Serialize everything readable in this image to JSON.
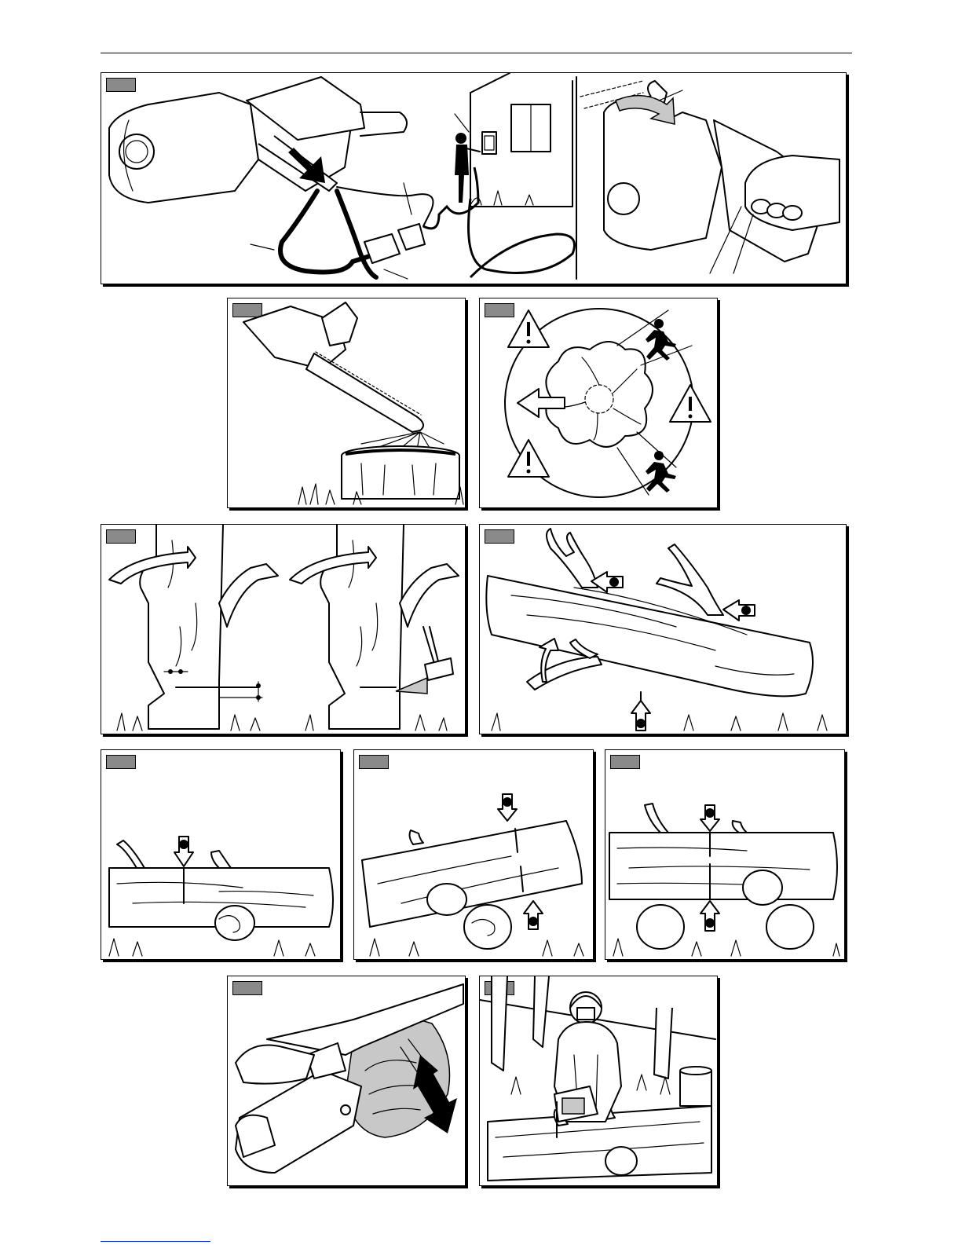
{
  "page": {
    "style": {
      "rule_color": "#000000",
      "link_rule_color": "#1a3fd0",
      "tag_color": "#8a8a8a"
    }
  },
  "panels": [
    {
      "id": "connect-power",
      "icons": [
        "saw-motor",
        "power-cord",
        "plug-connector",
        "person-at-outlet",
        "house"
      ]
    },
    {
      "id": "chain-brake",
      "icons": [
        "chain-brake-lever",
        "hand-on-trigger",
        "rotate-arrow"
      ]
    },
    {
      "id": "chain-oil-check",
      "icons": [
        "chainsaw-bar",
        "tree-stump",
        "oil-spray"
      ]
    },
    {
      "id": "escape-routes",
      "icons": [
        "warning-triangle",
        "running-person",
        "tree-top-view",
        "fell-direction-arrow"
      ]
    },
    {
      "id": "felling-cuts",
      "icons": [
        "tree-trunk",
        "felling-arrow",
        "wedge",
        "hammer"
      ]
    },
    {
      "id": "limbing",
      "icons": [
        "felled-trunk",
        "branch",
        "numbered-arrow-1",
        "numbered-arrow-2"
      ]
    },
    {
      "id": "cross-cut-ground",
      "icons": [
        "log",
        "numbered-arrow-1"
      ]
    },
    {
      "id": "cross-cut-supported-end",
      "icons": [
        "log",
        "numbered-arrow-1",
        "numbered-arrow-2"
      ]
    },
    {
      "id": "cross-cut-supported-both",
      "icons": [
        "log",
        "numbered-arrow-1",
        "numbered-arrow-2"
      ]
    },
    {
      "id": "cutting-motion",
      "icons": [
        "chainsaw",
        "hands",
        "cut-direction-arrow"
      ]
    },
    {
      "id": "operator-working",
      "icons": [
        "operator-with-helmet",
        "chainsaw",
        "log",
        "forest"
      ]
    }
  ]
}
